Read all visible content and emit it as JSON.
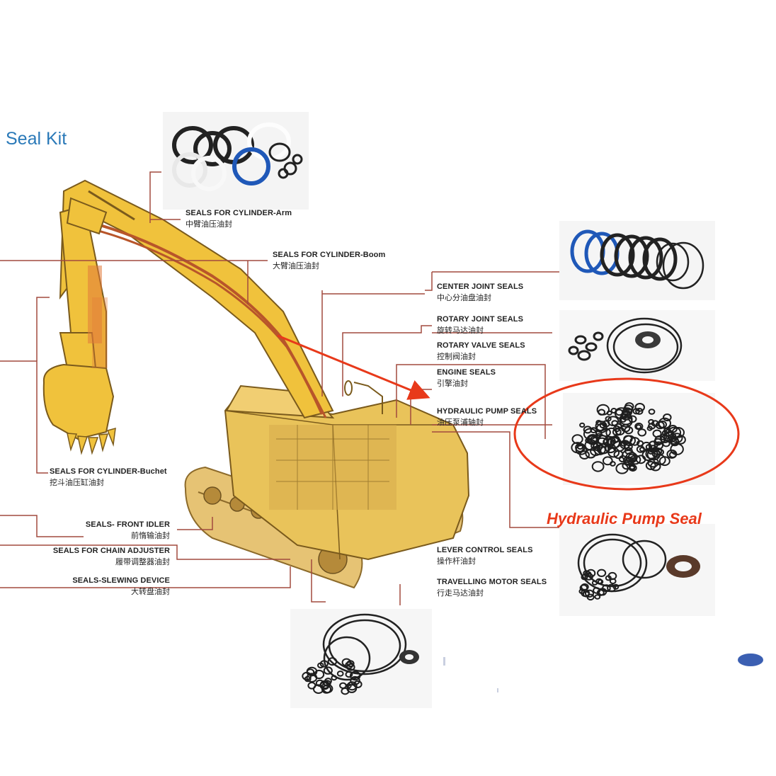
{
  "title": "Seal Kit",
  "callout": "Hydraulic Pump Seal",
  "labels": {
    "arm": {
      "en": "SEALS FOR CYLINDER-Arm",
      "cn": "中臂油压油封"
    },
    "boom": {
      "en": "SEALS FOR CYLINDER-Boom",
      "cn": "大臂油压油封"
    },
    "center_joint": {
      "en": "CENTER JOINT SEALS",
      "cn": "中心分油盘油封"
    },
    "rotary_joint": {
      "en": "ROTARY JOINT SEALS",
      "cn": "旋转马达油封"
    },
    "rotary_valve": {
      "en": "ROTARY VALVE SEALS",
      "cn": "控制阀油封"
    },
    "engine": {
      "en": "ENGINE SEALS",
      "cn": "引擎油封"
    },
    "hydraulic_pump": {
      "en": "HYDRAULIC PUMP SEALS",
      "cn": "油压泵浦轴封"
    },
    "bucket": {
      "en": "SEALS FOR CYLINDER-Buchet",
      "cn": "挖斗油压缸油封"
    },
    "front_idler": {
      "en": "SEALS- FRONT IDLER",
      "cn": "前惰输油封"
    },
    "chain_adjuster": {
      "en": "SEALS FOR CHAIN ADJUSTER",
      "cn": "履带调整器油封"
    },
    "slewing": {
      "en": "SEALS-SLEWING DEVICE",
      "cn": "大转盘油封"
    },
    "lever_control": {
      "en": "LEVER CONTROL SEALS",
      "cn": "操作杆油封"
    },
    "travelling_motor": {
      "en": "TRAVELLING MOTOR SEALS",
      "cn": "行走马达油封"
    }
  },
  "colors": {
    "title": "#2a79b8",
    "callout": "#e8391a",
    "leader": "#a24a3e",
    "machine": "#e9b93a",
    "seal_blue": "#1f58b8"
  }
}
